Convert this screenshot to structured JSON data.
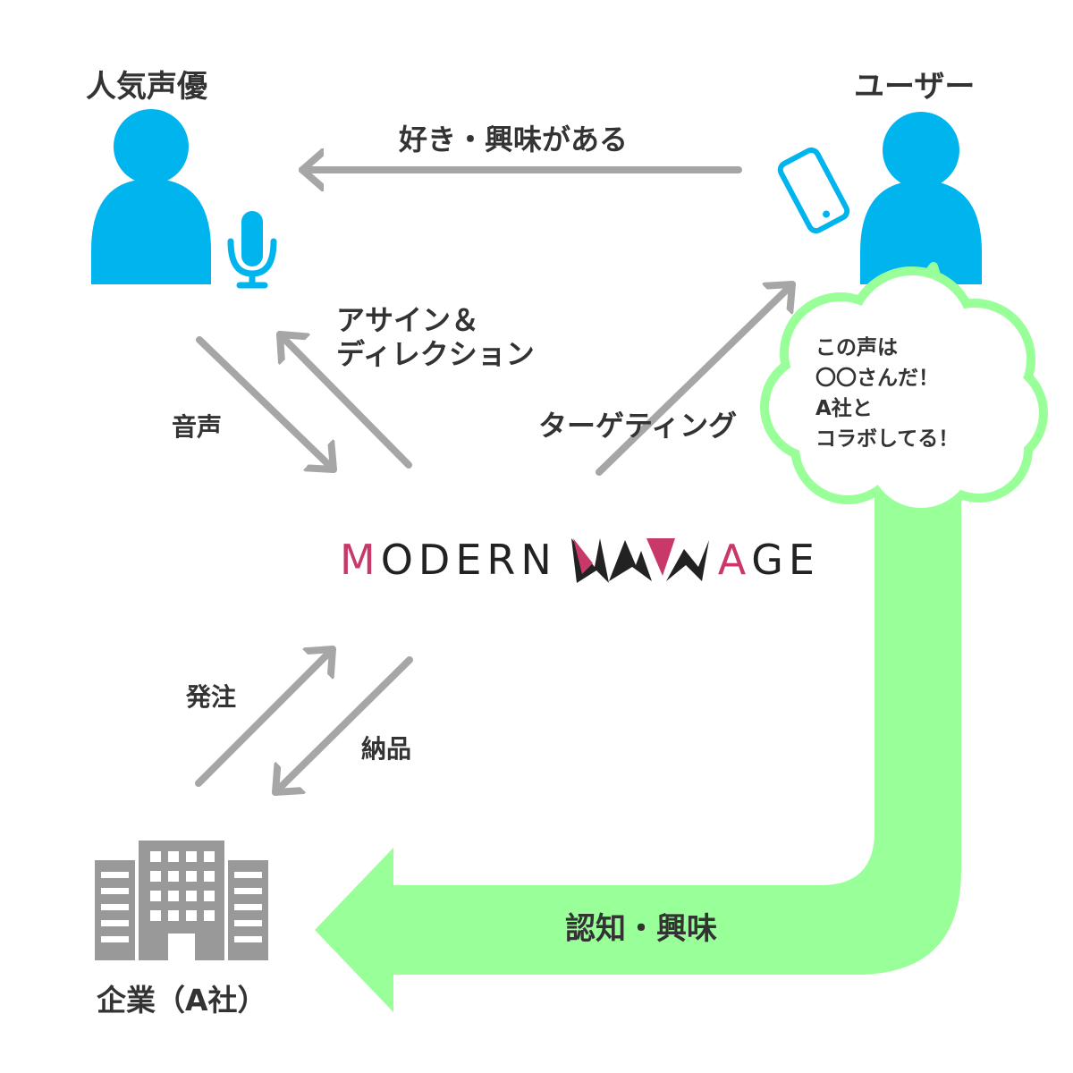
{
  "colors": {
    "person": "#00b4ee",
    "arrow_gray": "#a6a6a6",
    "green": "#99ff99",
    "green_border": "#99ff99",
    "building": "#999999",
    "logo_accent": "#c8396a",
    "logo_dark": "#222222",
    "text": "#333333"
  },
  "nodes": {
    "voice_actor": {
      "label": "人気声優",
      "icon": "person-with-microphone-icon"
    },
    "user": {
      "label": "ユーザー",
      "icon": "person-with-smartphone-icon"
    },
    "company": {
      "label": "企業（A社）",
      "icon": "office-building-icon"
    },
    "logo": {
      "part1": "ODERN",
      "initial1": "M",
      "part2": "GE",
      "initial2": "A",
      "icon": "zigzag-mark-icon"
    }
  },
  "edges": {
    "user_to_actor": "好き・興味がある",
    "assign": [
      "アサイン＆",
      "ディレクション"
    ],
    "voice": "音声",
    "targeting": "ターゲティング",
    "order": "発注",
    "delivery": "納品",
    "awareness": "認知・興味"
  },
  "bubble": {
    "lines": [
      "この声は",
      "〇〇さんだ！",
      "A社と",
      "コラボしてる！"
    ]
  }
}
